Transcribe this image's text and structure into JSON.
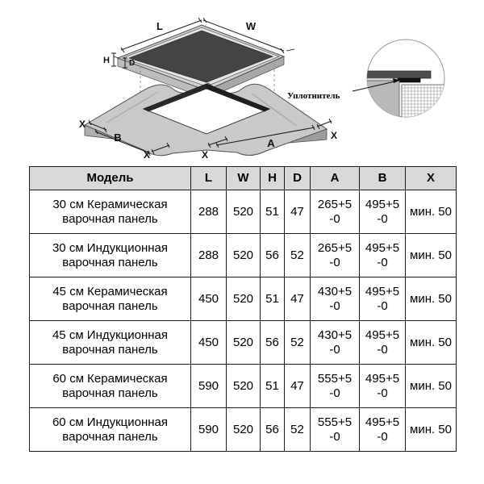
{
  "diagram": {
    "labels": {
      "length": "L",
      "width": "W",
      "height": "H",
      "depth": "D",
      "cutout_a": "A",
      "cutout_b": "B",
      "clearance_x1": "X",
      "clearance_x2": "X",
      "clearance_x3": "X",
      "clearance_x4": "X"
    },
    "callout": {
      "text": "Уплотнитель"
    },
    "colors": {
      "glass_surface": "#4a4a4a",
      "frame": "#d2d2d2",
      "countertop": "#c9c9c9",
      "countertop_side": "#b3b3b3",
      "gasket": "#1a1a1a",
      "outline": "#6b6b6b"
    }
  },
  "table": {
    "headers": [
      "Модель",
      "L",
      "W",
      "H",
      "D",
      "A",
      "B",
      "X"
    ],
    "rows": [
      {
        "model": "30 см Керамическая\nварочная панель",
        "L": "288",
        "W": "520",
        "H": "51",
        "D": "47",
        "A": "265+5\n-0",
        "B": "495+5\n-0",
        "X": "мин. 50"
      },
      {
        "model": "30 см Индукционная\nварочная панель",
        "L": "288",
        "W": "520",
        "H": "56",
        "D": "52",
        "A": "265+5\n-0",
        "B": "495+5\n-0",
        "X": "мин. 50"
      },
      {
        "model": "45 см Керамическая\nварочная панель",
        "L": "450",
        "W": "520",
        "H": "51",
        "D": "47",
        "A": "430+5\n-0",
        "B": "495+5\n-0",
        "X": "мин. 50"
      },
      {
        "model": "45 см Индукционная\nварочная панель",
        "L": "450",
        "W": "520",
        "H": "56",
        "D": "52",
        "A": "430+5\n-0",
        "B": "495+5\n-0",
        "X": "мин. 50"
      },
      {
        "model": "60 см Керамическая\nварочная панель",
        "L": "590",
        "W": "520",
        "H": "51",
        "D": "47",
        "A": "555+5\n-0",
        "B": "495+5\n-0",
        "X": "мин. 50"
      },
      {
        "model": "60 см Индукционная\nварочная панель",
        "L": "590",
        "W": "520",
        "H": "56",
        "D": "52",
        "A": "555+5\n-0",
        "B": "495+5\n-0",
        "X": "мин. 50"
      }
    ]
  }
}
